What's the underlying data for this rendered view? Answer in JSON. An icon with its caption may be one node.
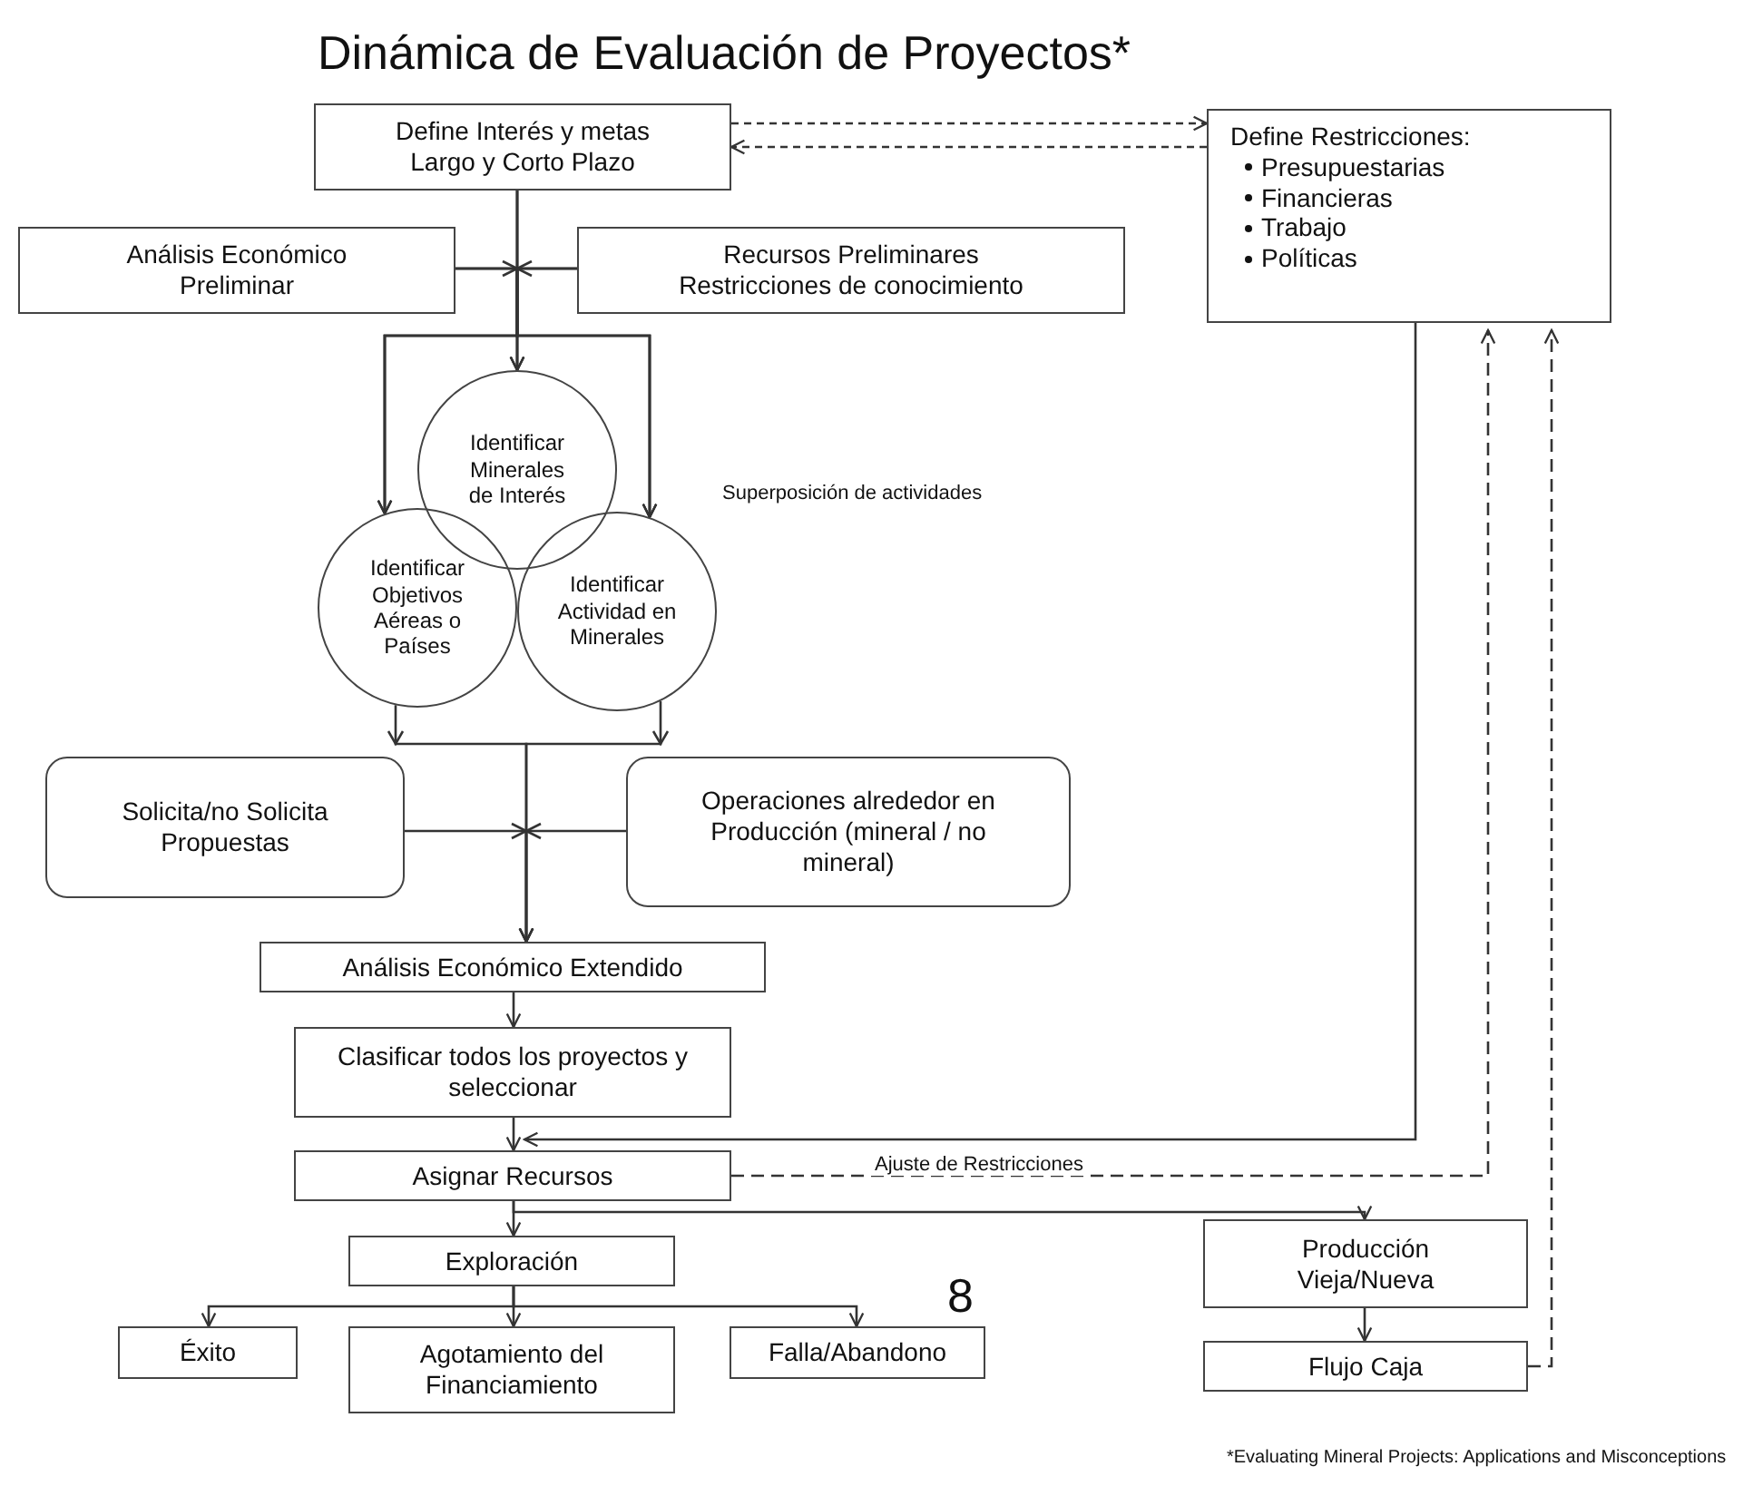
{
  "diagram": {
    "title": "Dinámica de Evaluación de Proyectos*",
    "nodes": [
      {
        "text": [
          "Define Interés y metas Largo y Corto Plazo"
        ]
      },
      {
        "text": [
          "Define Restricciones:",
          "Presupuestarias",
          "Financieras",
          "Trabajo",
          "Políticas"
        ]
      },
      {
        "text": [
          "Análisis Económico Preliminar"
        ]
      },
      {
        "text": [
          "Recursos Preliminares Restricciones de conocimiento"
        ]
      },
      {
        "text": [
          "Identificar Minerales de Interés"
        ]
      },
      {
        "text": [
          "Identificar Objetivos Aéreas o Países"
        ]
      },
      {
        "text": [
          "Identificar Actividad en Minerales"
        ]
      },
      {
        "text": [
          "Solicita/no Solicita Propuestas"
        ]
      },
      {
        "text": [
          "Operaciones alrededor en Producción (mineral / no mineral)"
        ]
      },
      {
        "text": [
          "Análisis Económico Extendido"
        ]
      },
      {
        "text": [
          "Clasificar todos los proyectos y seleccionar"
        ]
      },
      {
        "text": [
          "Asignar Recursos"
        ]
      },
      {
        "text": [
          "Exploración"
        ]
      },
      {
        "text": [
          "Éxito"
        ]
      },
      {
        "text": [
          "Agotamiento del Financiamiento"
        ]
      },
      {
        "text": [
          "Falla/Abandono"
        ]
      },
      {
        "text": [
          "Producción Vieja/Nueva"
        ]
      },
      {
        "text": [
          "Flujo Caja"
        ]
      }
    ],
    "edges": [
      {
        "from": 0,
        "to": 4,
        "arrow": "to"
      },
      {
        "from": 0,
        "to": 5,
        "arrow": "to"
      },
      {
        "from": 0,
        "to": 6,
        "arrow": "to"
      },
      {
        "from": 2,
        "to": 4,
        "arrow": "to"
      },
      {
        "from": 2,
        "to": 5,
        "arrow": "to"
      },
      {
        "from": 2,
        "to": 6,
        "arrow": "to"
      },
      {
        "from": 3,
        "to": 4,
        "arrow": "to"
      },
      {
        "from": 3,
        "to": 5,
        "arrow": "to"
      },
      {
        "from": 3,
        "to": 6,
        "arrow": "to"
      },
      {
        "from": 5,
        "to": 9,
        "arrow": "to"
      },
      {
        "from": 6,
        "to": 9,
        "arrow": "to"
      },
      {
        "from": 7,
        "to": 9,
        "arrow": "to"
      },
      {
        "from": 8,
        "to": 9,
        "arrow": "to"
      },
      {
        "from": 9,
        "to": 10,
        "arrow": "to"
      },
      {
        "from": 10,
        "to": 11,
        "arrow": "to"
      },
      {
        "from": 1,
        "to": 11,
        "arrow": "to"
      },
      {
        "from": 11,
        "to": 1,
        "arrow": "to",
        "label": "Ajuste de Restricciones",
        "style": "dashed"
      },
      {
        "from": 11,
        "to": 12,
        "arrow": "to"
      },
      {
        "from": 11,
        "to": 16,
        "arrow": "to"
      },
      {
        "from": 12,
        "to": 13,
        "arrow": "to"
      },
      {
        "from": 12,
        "to": 14,
        "arrow": "to"
      },
      {
        "from": 12,
        "to": 15,
        "arrow": "to"
      },
      {
        "from": 16,
        "to": 17,
        "arrow": "to"
      },
      {
        "from": 17,
        "to": 1,
        "arrow": "to",
        "style": "dashed"
      },
      {
        "from": 0,
        "to": 1,
        "arrow": "to",
        "style": "dashed"
      },
      {
        "from": 1,
        "to": 0,
        "arrow": "to",
        "style": "dashed"
      }
    ],
    "labels": [
      "Superposición de actividades",
      "8",
      "*Evaluating Mineral Projects: Applications and Misconceptions"
    ]
  }
}
